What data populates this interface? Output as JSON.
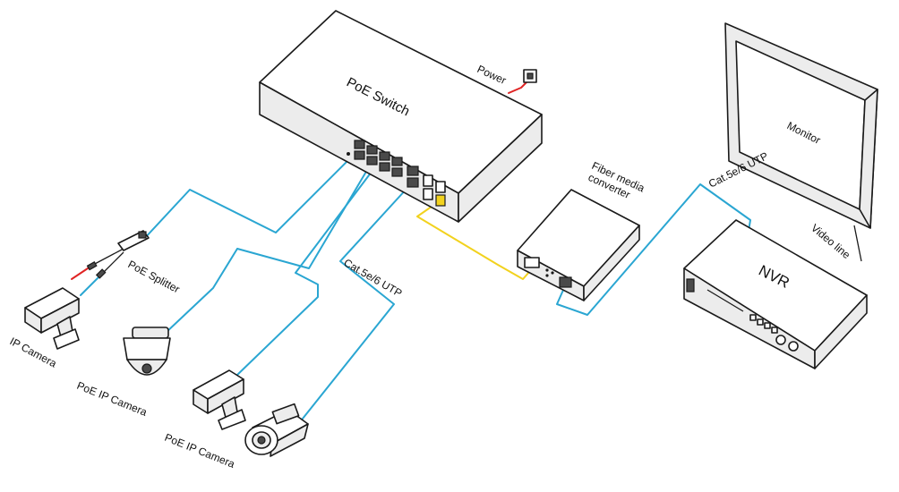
{
  "labels": {
    "poe_switch": "PoE  Switch",
    "power": "Power",
    "fiber_media_converter_line1": "Fiber  media",
    "fiber_media_converter_line2": "converter",
    "cat_utp_monitor": "Cat.5e/6 UTP",
    "monitor": "Monitor",
    "video_line": "Video line",
    "nvr": "NVR",
    "poe_splitter": "PoE Splitter",
    "cat_utp_cameras": "Cat.5e/6 UTP",
    "ip_camera": "IP Camera",
    "poe_ip_camera_1": "PoE  IP Camera",
    "poe_ip_camera_2": "PoE IP  Camera"
  },
  "colors": {
    "ethernet_cable": "#2aa6d2",
    "fiber_cable": "#f2d21e",
    "power_cable": "#e02424",
    "outline": "#1a1a1a"
  }
}
